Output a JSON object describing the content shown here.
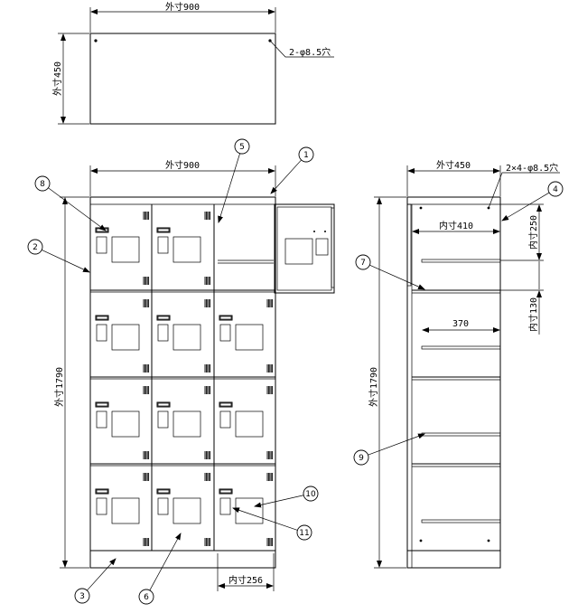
{
  "top_view": {
    "width_label": "外寸900",
    "depth_label": "外寸450",
    "hole_label": "2-φ8.5穴"
  },
  "front_view": {
    "width_label": "外寸900",
    "height_label": "外寸1790",
    "inner_width_label": "内寸256"
  },
  "side_view": {
    "depth_label": "外寸450",
    "hole_label": "2×4-φ8.5穴",
    "inner_depth_label": "内寸410",
    "upper_shelf_label": "内寸250",
    "lower_shelf_label": "内寸130",
    "shelf_depth_label": "370",
    "height_label": "外寸1790"
  },
  "callouts": [
    "1",
    "2",
    "3",
    "4",
    "5",
    "6",
    "7",
    "8",
    "9",
    "10",
    "11"
  ]
}
